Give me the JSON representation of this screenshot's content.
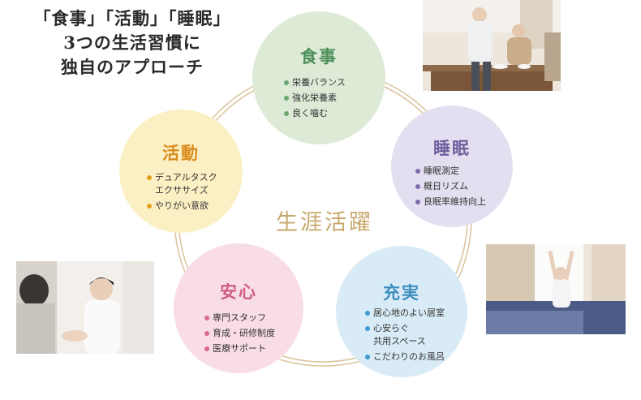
{
  "headline": {
    "line1": "「食事」「活動」「睡眠」",
    "line2": "3つの生活習慣に",
    "line3": "独自のアプローチ"
  },
  "center_label": "生涯活躍",
  "circles": {
    "food": {
      "title": "食事",
      "items": [
        "栄養バランス",
        "強化栄養素",
        "良く噛む"
      ],
      "color": "#dcead6",
      "accent": "#4e8f5b"
    },
    "activity": {
      "title": "活動",
      "items": [
        "デュアルタスク",
        "エクササイズ",
        "やりがい意欲"
      ],
      "color": "#fbf0c3",
      "accent": "#d98c1e"
    },
    "sleep": {
      "title": "睡眠",
      "items": [
        "睡眠測定",
        "概日リズム",
        "良眠率維持向上"
      ],
      "color": "#e4dff0",
      "accent": "#6e5f9e"
    },
    "safety": {
      "title": "安心",
      "items": [
        "専門スタッフ",
        "育成・研修制度",
        "医療サポート"
      ],
      "color": "#f9dde6",
      "accent": "#cf5c86"
    },
    "fulfillment": {
      "title": "充実",
      "items": [
        "居心地のよい居室",
        "心安らぐ",
        "共用スペース",
        "こだわりのお風呂"
      ],
      "color": "#d9ebf6",
      "accent": "#3d8fc0"
    }
  },
  "ring_color": "#d9c39a"
}
